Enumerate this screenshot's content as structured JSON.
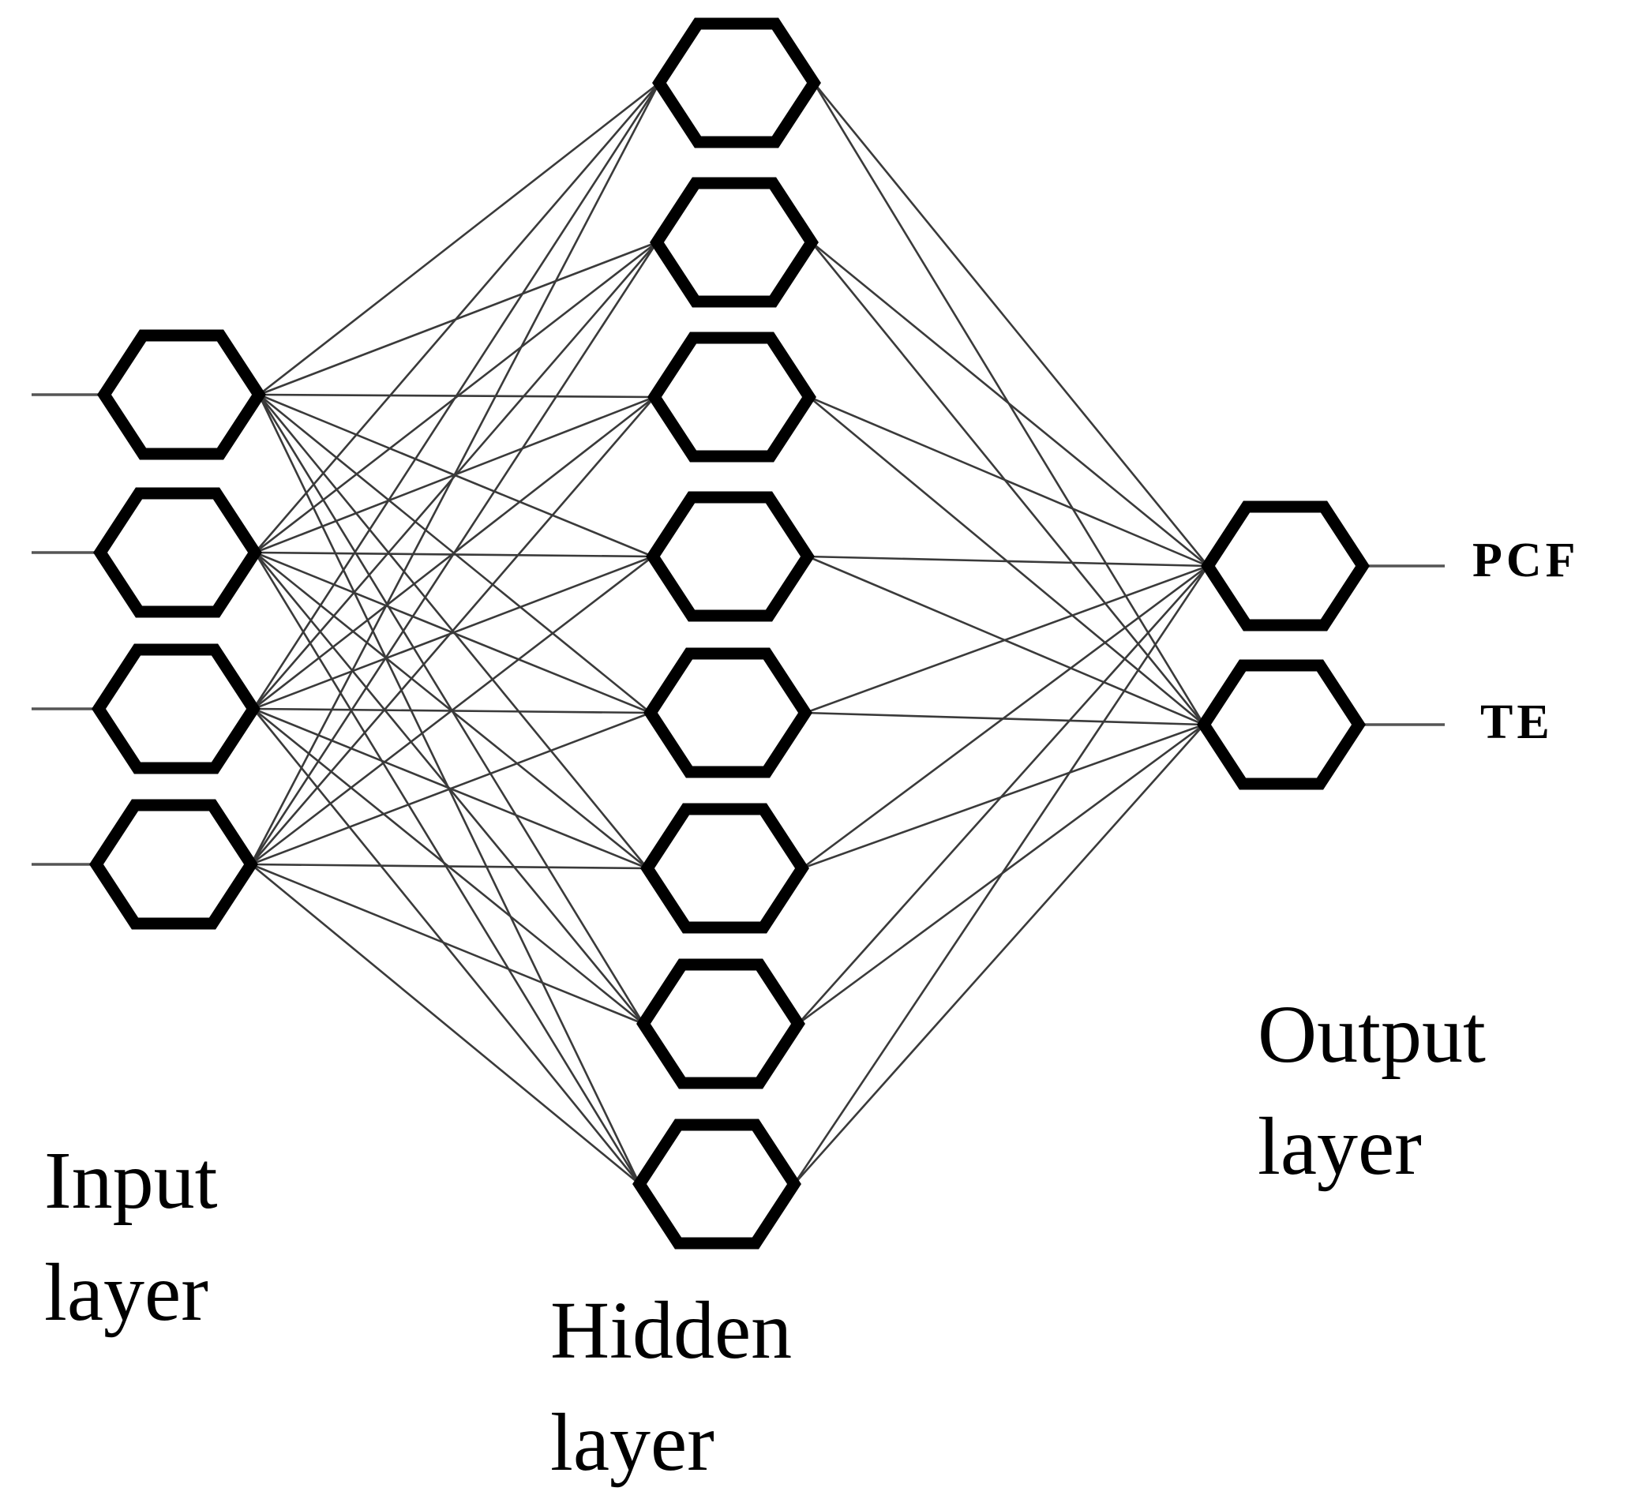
{
  "diagram": {
    "title": "",
    "layers": {
      "input": {
        "label_line1": "Input",
        "label_line2": "layer",
        "node_count": 4
      },
      "hidden": {
        "label_line1": "Hidden",
        "label_line2": "layer",
        "node_count": 8
      },
      "output": {
        "label_line1": "Output",
        "label_line2": "layer",
        "node_count": 2,
        "node_names": [
          "PCF",
          "TE"
        ]
      }
    },
    "connectivity": "fully-connected",
    "colors": {
      "node_stroke": "#000000",
      "edge": "#3a3a3a",
      "text": "#000000",
      "background": "#ffffff"
    }
  }
}
